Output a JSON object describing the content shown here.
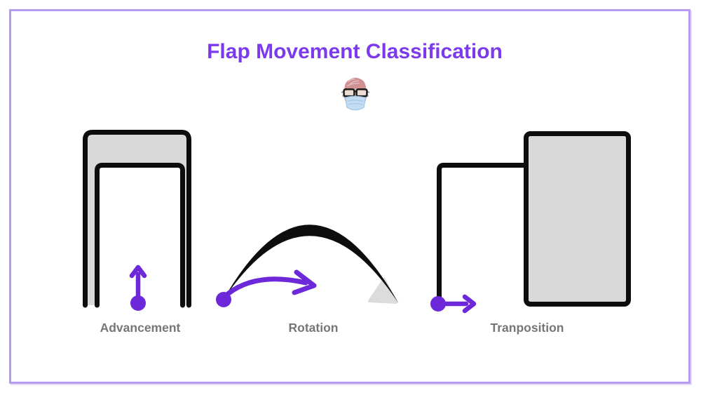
{
  "page": {
    "title": "Flap Movement Classification",
    "avatar_icon": "masked-surgeon-avatar"
  },
  "figures": [
    {
      "id": "advancement",
      "label": "Advancement",
      "motion": "upward-arrow"
    },
    {
      "id": "rotation",
      "label": "Rotation",
      "motion": "curved-arrow"
    },
    {
      "id": "transposition",
      "label": "Tranposition",
      "motion": "rightward-arrow"
    }
  ],
  "colors": {
    "title": "#7c3aed",
    "arrow": "#6d28d9",
    "outline": "#0d0d0d",
    "flap_fill": "#d9d9d9",
    "label": "#767676",
    "frame_border": "#b69af0",
    "background": "#ffffff"
  }
}
